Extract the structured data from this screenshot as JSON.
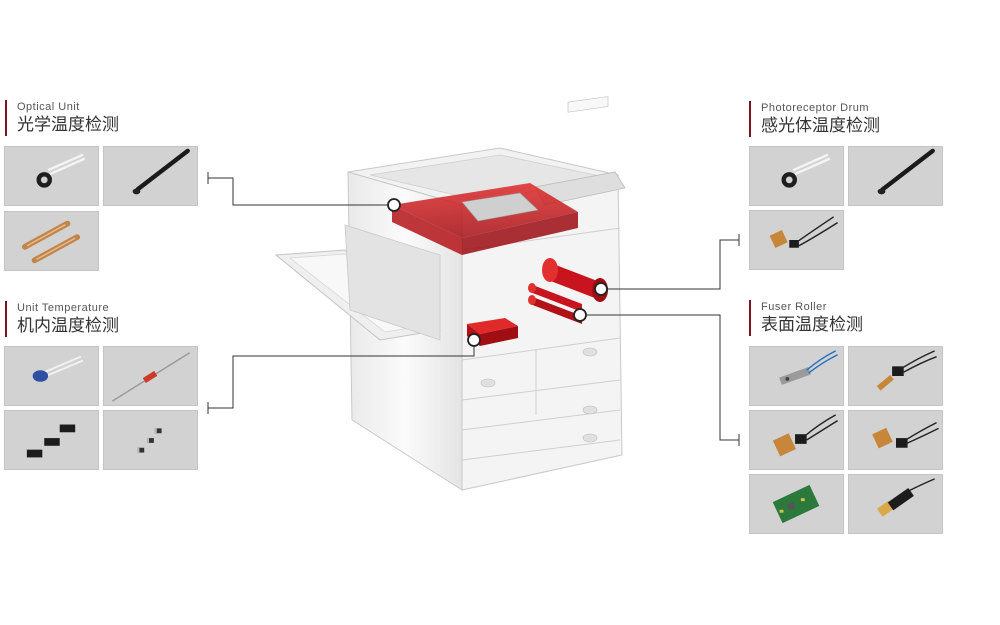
{
  "groups": {
    "optical_unit": {
      "en": "Optical Unit",
      "cn": "光学温度检测",
      "products": [
        "ring-lug-sensor-icon",
        "epoxy-probe-sensor-icon",
        "copper-tube-sensor-icon"
      ]
    },
    "unit_temperature": {
      "en": "Unit Temperature",
      "cn": "机内温度检测",
      "products": [
        "glass-bead-thermistor-icon",
        "axial-glass-thermistor-icon",
        "smd-thermistor-icon",
        "chip-thermistor-icon"
      ]
    },
    "photoreceptor_drum": {
      "en": "Photoreceptor Drum",
      "cn": "感光体温度检测",
      "products": [
        "ring-lug-sensor-icon",
        "epoxy-probe-sensor-icon",
        "film-sensor-icon"
      ]
    },
    "fuser_roller": {
      "en": "Fuser Roller",
      "cn": "表面温度检测",
      "products": [
        "metal-clip-sensor-icon",
        "film-lead-sensor-icon",
        "film-sensor-icon",
        "film-sensor-icon",
        "pcb-sensor-icon",
        "pcb-probe-sensor-icon"
      ]
    }
  },
  "colors": {
    "accent_line": "#7a1420",
    "highlight": "#c8141e",
    "tile_bg": "#d2d2d2",
    "connector": "#333333"
  }
}
